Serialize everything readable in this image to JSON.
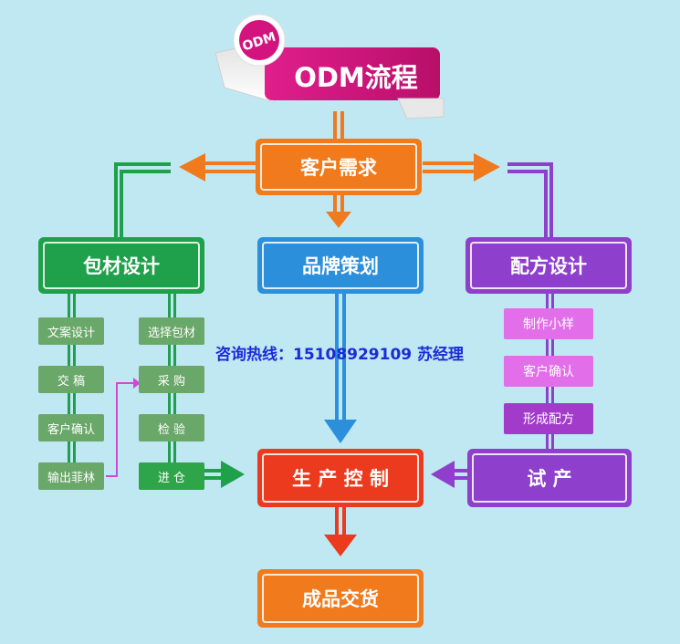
{
  "header": {
    "badge": "ODM",
    "title": "ODM流程"
  },
  "nodes": {
    "customer_demand": "客户需求",
    "packaging_design": "包材设计",
    "brand_planning": "品牌策划",
    "formula_design": "配方设计",
    "production_control": "生 产 控 制",
    "trial_production": "试 产",
    "finished_delivery": "成品交货"
  },
  "packaging_left": [
    "文案设计",
    "交 稿",
    "客户确认",
    "输出菲林"
  ],
  "packaging_right": [
    "选择包材",
    "采 购",
    "检 验",
    "进 仓"
  ],
  "formula_steps": [
    "制作小样",
    "客户确认",
    "形成配方"
  ],
  "hotline": "咨询热线：15108929109  苏经理",
  "colors": {
    "orange": "#f07a1c",
    "blue": "#2b8fdb",
    "purple": "#8e3fcc",
    "green": "#1fa04a",
    "red": "#ec3a1e",
    "magenta": "#d4147e",
    "background": "#bfe8f3"
  }
}
